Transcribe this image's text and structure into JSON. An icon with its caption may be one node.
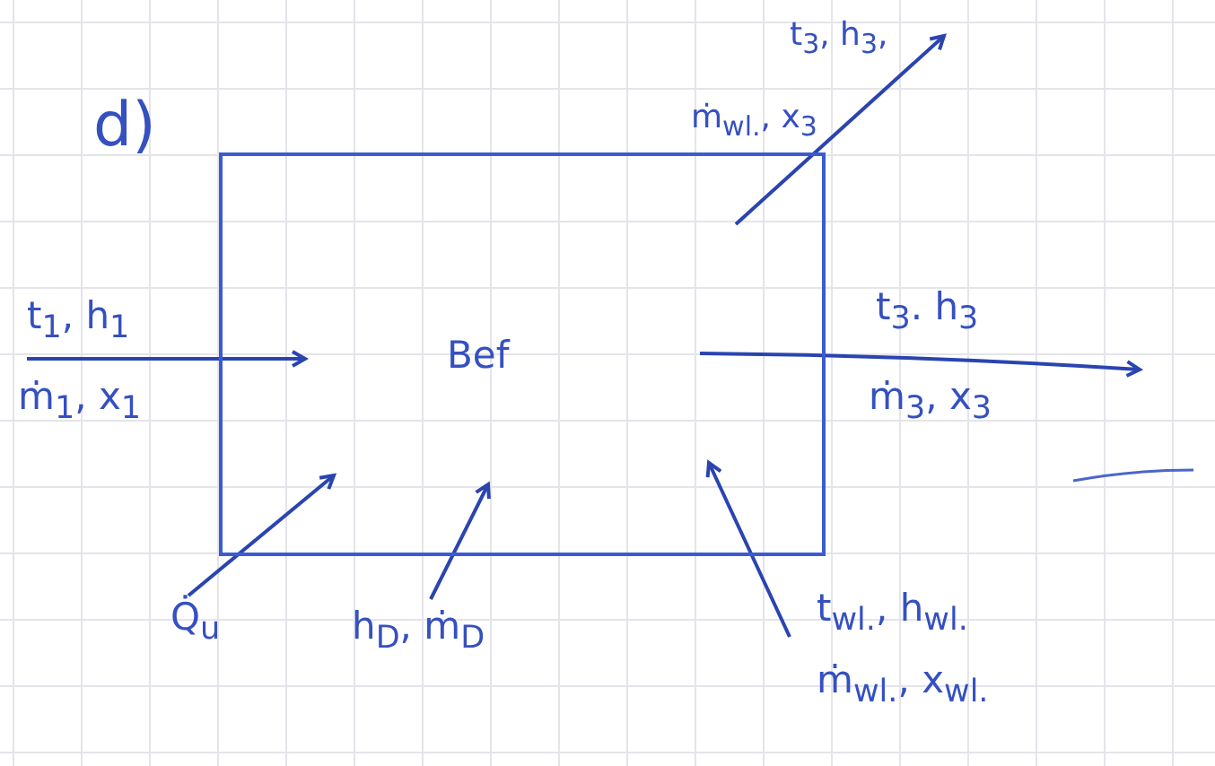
{
  "diagram": {
    "nodes": [
      {
        "text": [
          "Bef"
        ]
      },
      {
        "text": [
          "Q̇$_{u}$"
        ]
      },
      {
        "text": [
          "h$_{D}$, ṁ$_{D}$"
        ]
      },
      {
        "text": [
          "t$_{wl.}$, h$_{wl.}$",
          "ṁ$_{wl.}$, x$_{wl.}$"
        ]
      }
    ],
    "edges": [
      {
        "from": null,
        "to": 0,
        "arrow": "to"
      },
      {
        "from": 0,
        "to": null,
        "arrow": "to"
      },
      {
        "from": 0,
        "to": null,
        "arrow": "to"
      },
      {
        "from": 1,
        "to": 0,
        "arrow": "to"
      },
      {
        "from": 2,
        "to": 0,
        "arrow": "to"
      },
      {
        "from": 3,
        "to": 0,
        "arrow": "to"
      }
    ],
    "labels": [
      "d)",
      "t$_{3}$, h$_{3}$,",
      "ṁ$_{wl.}$, x$_{3}$",
      "t$_{1}$, h$_{1}$",
      "t$_{3}$. h$_{3}$",
      "ṁ$_{1}$, x$_{1}$",
      "ṁ$_{3}$, x$_{3}$"
    ]
  }
}
